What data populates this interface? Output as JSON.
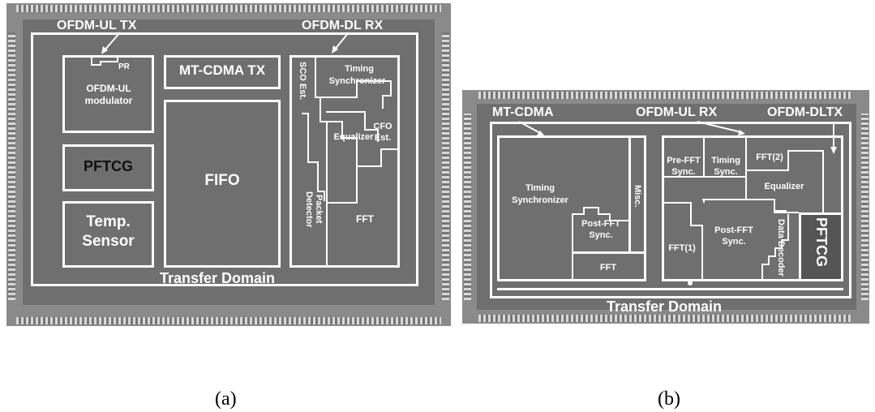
{
  "figure_a": {
    "caption": "(a)",
    "labels": {
      "ofdm_ul_tx": "OFDM-UL TX",
      "ofdm_dl_rx": "OFDM-DL RX",
      "pr": "PR",
      "ofdm_ul_modulator_l1": "OFDM-UL",
      "ofdm_ul_modulator_l2": "modulator",
      "mt_cdma_tx": "MT-CDMA TX",
      "sco_est": "SCO Est.",
      "timing_synchronizer_l1": "Timing",
      "timing_synchronizer_l2": "Synchronizer",
      "equalizer": "Equalizer",
      "cfo_est_l1": "CFO",
      "cfo_est_l2": "Est.",
      "pftcg": "PFTCG",
      "fifo": "FIFO",
      "packet_detector": "Packet Detector",
      "fft": "FFT",
      "temp_sensor_l1": "Temp.",
      "temp_sensor_l2": "Sensor",
      "transfer_domain": "Transfer Domain"
    }
  },
  "figure_b": {
    "caption": "(b)",
    "labels": {
      "mt_cdma": "MT-CDMA",
      "ofdm_ul_rx": "OFDM-UL RX",
      "ofdm_dltx": "OFDM-DLTX",
      "timing_synchronizer_l1": "Timing",
      "timing_synchronizer_l2": "Synchronizer",
      "misc": "Misc.",
      "post_fft_sync_l1": "Post-FFT",
      "post_fft_sync_l2": "Sync.",
      "fft": "FFT",
      "pre_fft_sync_l1": "Pre-FFT",
      "pre_fft_sync_l2": "Sync.",
      "timing_sync_l1": "Timing",
      "timing_sync_l2": "Sync.",
      "fft2": "FFT(2)",
      "equalizer": "Equalizer",
      "fft1": "FFT(1)",
      "post_fft_sync2_l1": "Post-FFT",
      "post_fft_sync2_l2": "Sync.",
      "data_decoder": "Data Decoder",
      "pftcg": "PFTCG",
      "transfer_domain": "Transfer Domain"
    }
  }
}
